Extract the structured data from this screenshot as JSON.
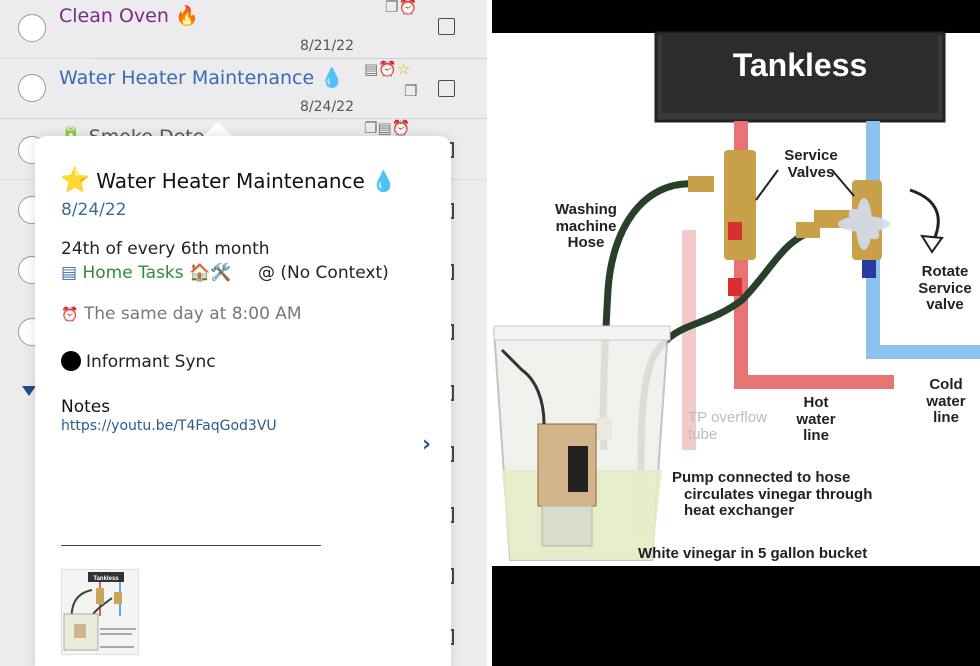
{
  "tasks": [
    {
      "title": "Clean Oven",
      "title_emoji": "🔥",
      "date": "8/21/22",
      "title_color": "#7a2a86"
    },
    {
      "title": "Water Heater Maintenance",
      "title_emoji": "💧",
      "date": "8/24/22",
      "title_color": "#3a6ab0"
    },
    {
      "title": "Smoke Detect",
      "title_emoji": "🔋"
    }
  ],
  "popover": {
    "star": "⭐",
    "title": "Water Heater Maintenance",
    "title_emoji": "💧",
    "date": "8/24/22",
    "recurrence": "24th of every 6th month",
    "list_icon": "▤",
    "list": "Home Tasks",
    "list_emojis": "🏠🛠️",
    "context": "@ (No Context)",
    "alarm_icon": "⏰",
    "alarm": "The same day at 8:00 AM",
    "sync": "Informant Sync",
    "notes_label": "Notes",
    "notes_link": "https://youtu.be/T4FaqGod3VU"
  },
  "thumbnail": {
    "title": "Tankless"
  },
  "image": {
    "tankless": "Tankless",
    "service_valves": [
      "Service",
      "Valves"
    ],
    "washing_hose": [
      "Washing",
      "machine",
      "Hose"
    ],
    "rotate_valve": [
      "Rotate",
      "Service",
      "valve"
    ],
    "cold_water": [
      "Cold",
      "water",
      "line"
    ],
    "hot_water": [
      "Hot",
      "water",
      "line"
    ],
    "tp_overflow": [
      "TP overflow",
      "tube"
    ],
    "pump_caption": [
      "Pump connected to hose",
      "circulates vinegar through",
      "heat exchanger"
    ],
    "bucket_caption": "White vinegar in 5 gallon bucket"
  }
}
